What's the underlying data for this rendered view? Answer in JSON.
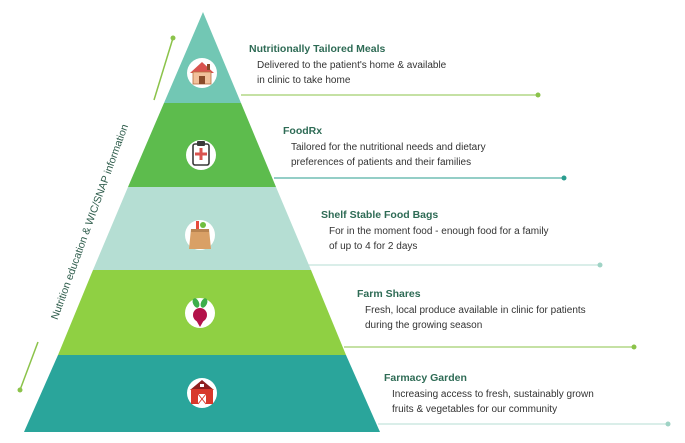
{
  "side_label": "Nutrition education & WIC/SNAP information",
  "colors": {
    "tier_1": "#72c7b4",
    "tier_2": "#5dbc4d",
    "tier_3": "#b5ded3",
    "tier_4": "#8fd043",
    "tier_5": "#2aa59b",
    "leader_green": "#8bc34a",
    "leader_teal": "#2a9d8f",
    "title_text": "#2e6b55"
  },
  "tiers": [
    {
      "title": "Nutritionally Tailored Meals",
      "description": [
        "Delivered to the patient's home & available",
        "in clinic to take home"
      ],
      "icon": "house-icon"
    },
    {
      "title": "FoodRx",
      "description": [
        "Tailored for the nutritional needs and dietary",
        "preferences of patients and their families"
      ],
      "icon": "clipboard-icon"
    },
    {
      "title": "Shelf Stable Food Bags",
      "description": [
        "For in the moment food - enough food for a family",
        "of up to 4 for 2 days"
      ],
      "icon": "grocery-bag-icon"
    },
    {
      "title": "Farm Shares",
      "description": [
        "Fresh, local produce available in clinic for patients",
        "during the growing season"
      ],
      "icon": "beet-icon"
    },
    {
      "title": "Farmacy Garden",
      "description": [
        "Increasing access to fresh, sustainably grown",
        "fruits & vegetables for our community"
      ],
      "icon": "barn-icon"
    }
  ]
}
